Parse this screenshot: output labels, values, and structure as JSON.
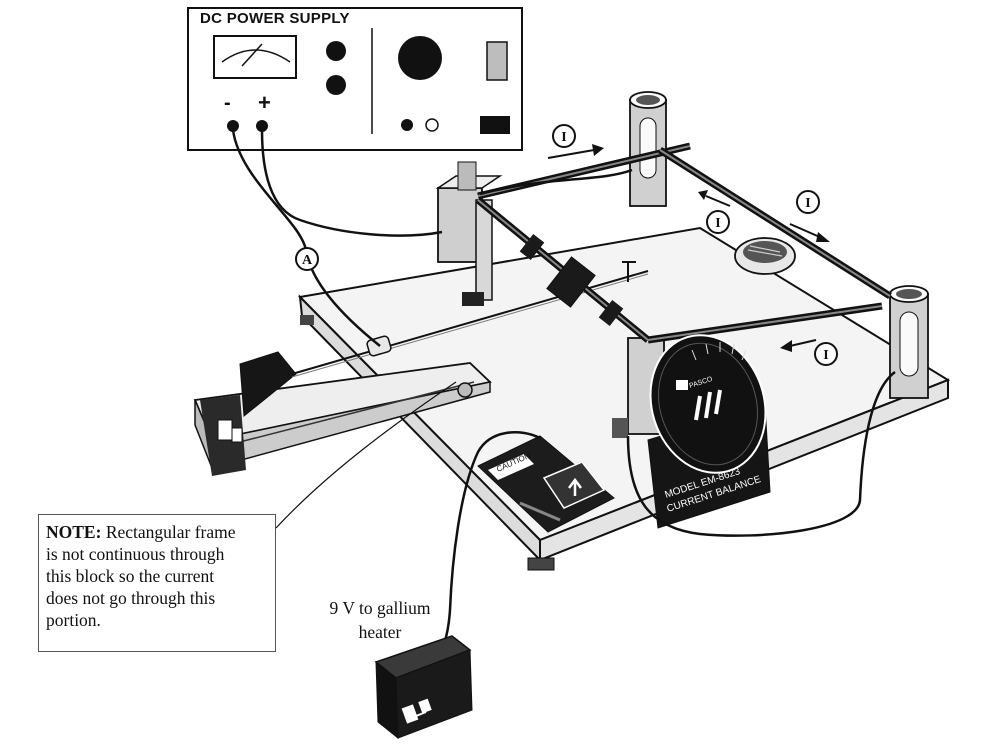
{
  "power_supply": {
    "title": "DC POWER SUPPLY",
    "negative_terminal": "-",
    "positive_terminal": "+"
  },
  "ammeter_symbol": "A",
  "current_label": "I",
  "note": {
    "bold": "NOTE:",
    "lines": [
      "Rectangular frame",
      "is not continuous through",
      "this block so the current",
      "does not go through this",
      "portion."
    ]
  },
  "battery_label": {
    "line1": "9 V to gallium",
    "line2": "heater"
  },
  "caution_label": "CAUTION",
  "dial": {
    "brand": "PASCO",
    "model_line": "MODEL EM-8623",
    "name_line": "CURRENT BALANCE"
  },
  "colors": {
    "ink": "#111111",
    "platform_top": "#f4f4f4",
    "platform_side": "#e6e6e6",
    "post": "#cfcfcf",
    "dark": "#1a1a1a"
  }
}
